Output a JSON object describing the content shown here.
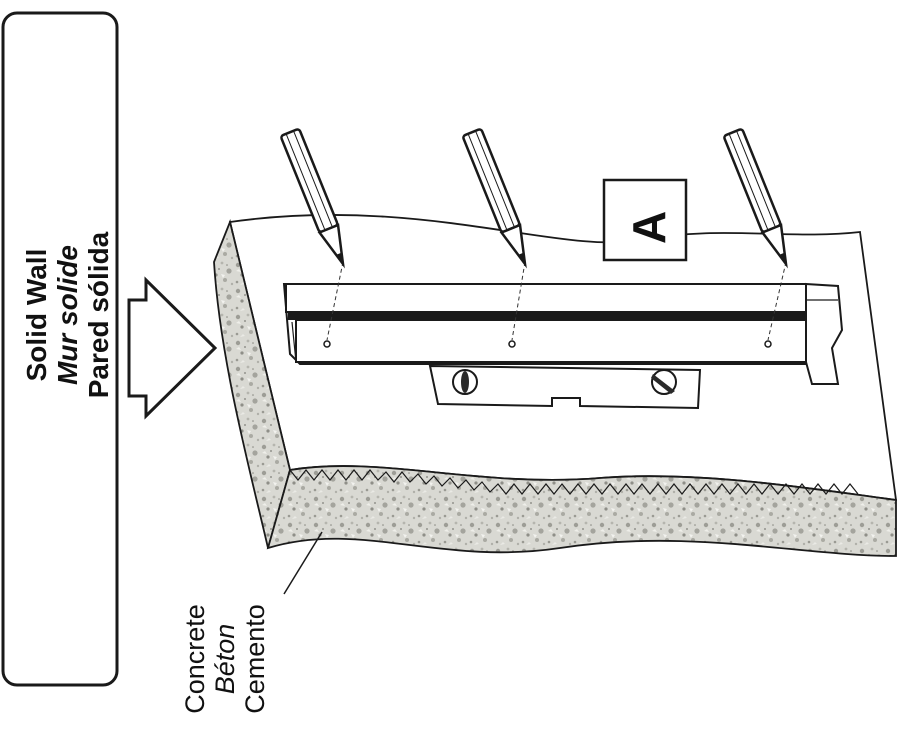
{
  "wall_label": {
    "line1": "Solid Wall",
    "line2": "Mur solide",
    "line3": "Pared sólida"
  },
  "material_label": {
    "line1": "Concrete",
    "line2": "Béton",
    "line3": "Cemento"
  },
  "marker": "A"
}
